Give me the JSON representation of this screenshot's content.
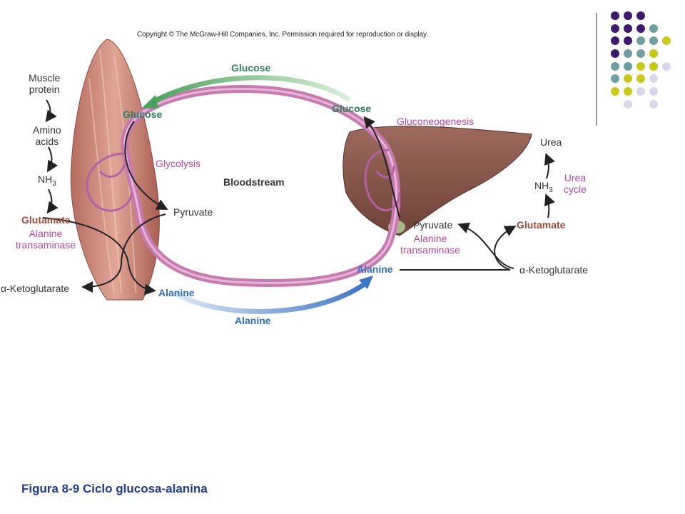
{
  "copyright": "Copyright © The McGraw-Hill Companies, Inc. Permission required for reproduction or display.",
  "labels": {
    "glucose_top": "Glucose",
    "glucose_muscle": "Glucose",
    "glucose_liver": "Glucose",
    "gluconeogenesis": "Gluconeogenesis",
    "muscle_protein_1": "Muscle",
    "muscle_protein_2": "protein",
    "amino_acids_1": "Amino",
    "amino_acids_2": "acids",
    "nh3_muscle": "NH",
    "nh3_muscle_sub": "3",
    "glycolysis": "Glycolysis",
    "bloodstream": "Bloodstream",
    "pyruvate_muscle": "Pyruvate",
    "glutamate_muscle": "Glutamate",
    "alanine_transaminase_muscle_1": "Alanine",
    "alanine_transaminase_muscle_2": "transaminase",
    "ketoglutarate_muscle": "α-Ketoglutarate",
    "alanine_muscle": "Alanine",
    "alanine_bottom": "Alanine",
    "alanine_liver": "Alanine",
    "pyruvate_liver": "Pyruvate",
    "alanine_transaminase_liver_1": "Alanine",
    "alanine_transaminase_liver_2": "transaminase",
    "glutamate_liver": "Glutamate",
    "ketoglutarate_liver": "α-Ketoglutarate",
    "urea": "Urea",
    "nh3_liver": "NH",
    "nh3_liver_sub": "3",
    "urea_cycle_1": "Urea",
    "urea_cycle_2": "cycle"
  },
  "caption": "Figura 8-9 Ciclo glucosa-alanina",
  "colors": {
    "purple": "#3d1a6e",
    "teal": "#6f9fa0",
    "yellow": "#c8c81e",
    "lavender": "#d8d8ea",
    "vessel": "#c77ab0",
    "muscle": "#c98b7d",
    "liver": "#8a5a4e"
  }
}
